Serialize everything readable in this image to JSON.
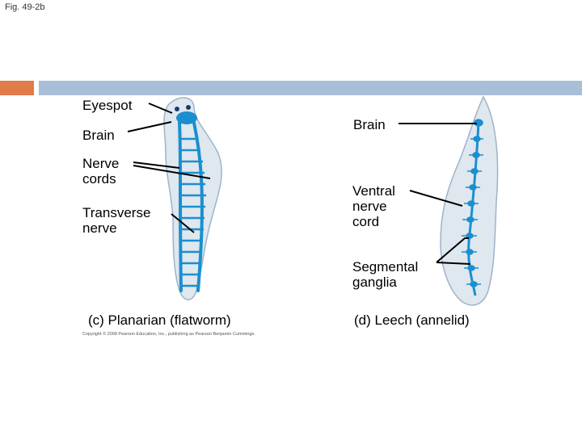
{
  "figure_id": "Fig. 49-2b",
  "colors": {
    "accent_orange": "#e07b4a",
    "accent_blue": "#a9bfd8",
    "nerve_blue": "#1a8fd0",
    "body_fill": "#dfe7ef"
  },
  "planarian": {
    "labels": {
      "eyespot": "Eyespot",
      "brain": "Brain",
      "nerve_cords": "Nerve\ncords",
      "transverse_nerve": "Transverse\nnerve"
    },
    "caption": "(c) Planarian (flatworm)"
  },
  "leech": {
    "labels": {
      "brain": "Brain",
      "ventral_nerve_cord": "Ventral\nnerve\ncord",
      "segmental_ganglia": "Segmental\nganglia"
    },
    "caption": "(d) Leech (annelid)"
  },
  "copyright": "Copyright © 2008 Pearson Education, Inc., publishing as Pearson Benjamin Cummings."
}
